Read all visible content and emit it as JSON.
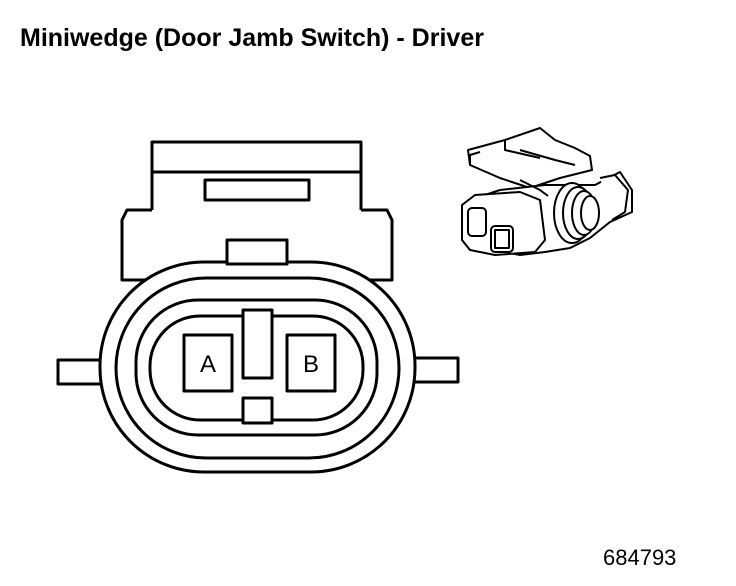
{
  "title": "Miniwedge (Door Jamb Switch) - Driver",
  "figure_id": "684793",
  "pins": [
    {
      "label": "A"
    },
    {
      "label": "B"
    }
  ]
}
